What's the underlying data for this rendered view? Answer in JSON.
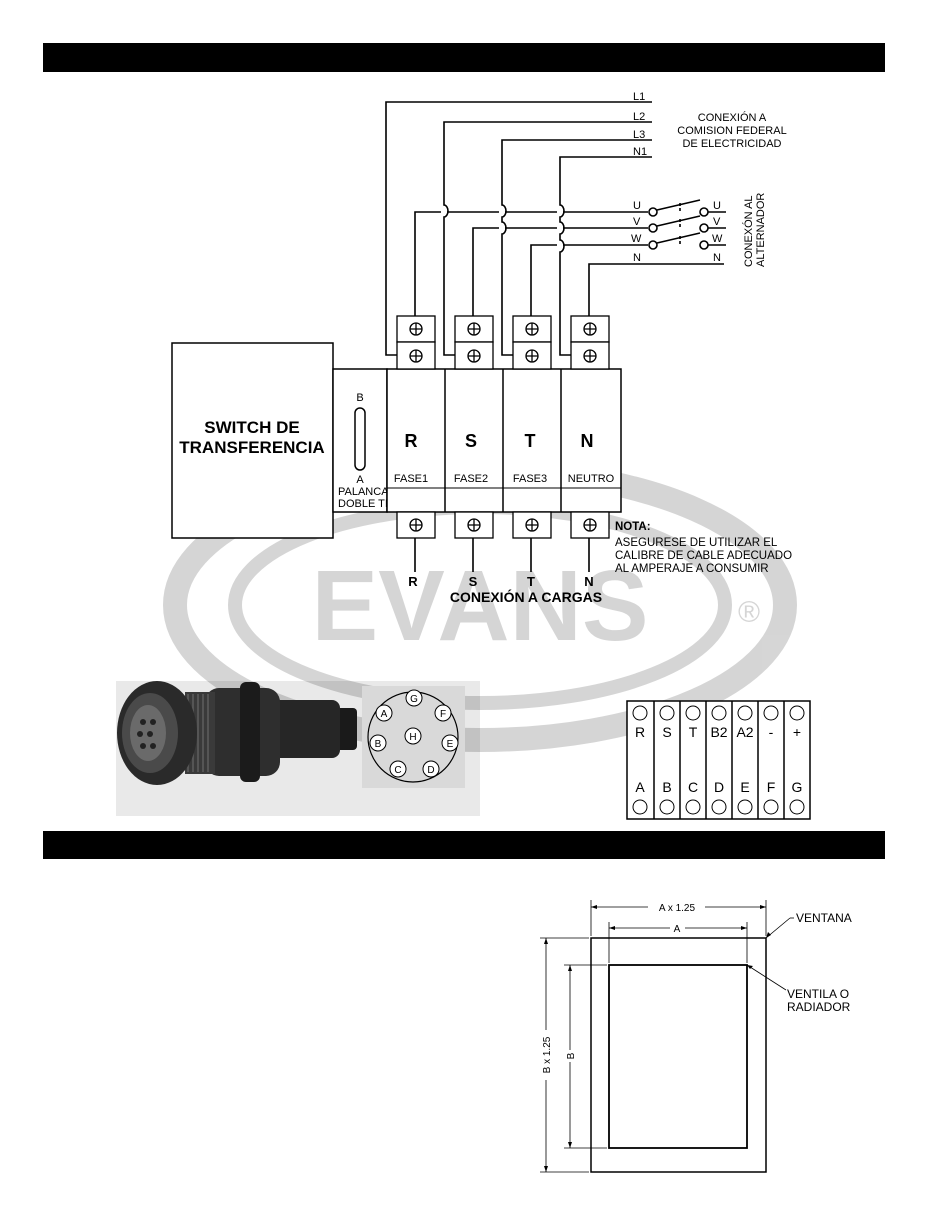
{
  "wiring": {
    "line_labels": [
      "L1",
      "L2",
      "L3",
      "N1"
    ],
    "cfe_label": [
      "CONEXIÓN A",
      "COMISION FEDERAL",
      "DE ELECTRICIDAD"
    ],
    "alt_left": [
      "U",
      "V",
      "W",
      "N"
    ],
    "alt_right": [
      "U",
      "V",
      "W",
      "N"
    ],
    "alt_label": [
      "CONEXÓN AL",
      "ALTERNADOR"
    ],
    "switch_label": [
      "SWITCH DE",
      "TRANSFERENCIA"
    ],
    "lever_b": "B",
    "lever_a": "A",
    "lever_label": [
      "PALANCA",
      "DOBLE TIRO"
    ],
    "terminals": [
      {
        "letter": "R",
        "label": "FASE1",
        "load": "R"
      },
      {
        "letter": "S",
        "label": "FASE2",
        "load": "S"
      },
      {
        "letter": "T",
        "label": "FASE3",
        "load": "T"
      },
      {
        "letter": "N",
        "label": "NEUTRO",
        "load": "N"
      }
    ],
    "note_title": "NOTA:",
    "note_lines": [
      "ASEGURESE DE UTILIZAR EL",
      "CALIBRE DE CABLE ADECUADO",
      "AL AMPERAJE A CONSUMIR"
    ],
    "loads_label": "CONEXIÓN A CARGAS"
  },
  "watermark": {
    "brand": "EVANS",
    "mark": "®"
  },
  "connector": {
    "pins": [
      "A",
      "B",
      "C",
      "D",
      "E",
      "F",
      "G",
      "H"
    ]
  },
  "terminal_strip": {
    "top": [
      "R",
      "S",
      "T",
      "B2",
      "A2",
      "-",
      "+"
    ],
    "bottom": [
      "A",
      "B",
      "C",
      "D",
      "E",
      "F",
      "G"
    ]
  },
  "window_diagram": {
    "outer_width": "A x 1.25",
    "inner_width": "A",
    "outer_height": "B x 1.25",
    "inner_height": "B",
    "label_outer": "VENTANA",
    "label_inner": [
      "VENTILA O",
      "RADIADOR"
    ]
  }
}
